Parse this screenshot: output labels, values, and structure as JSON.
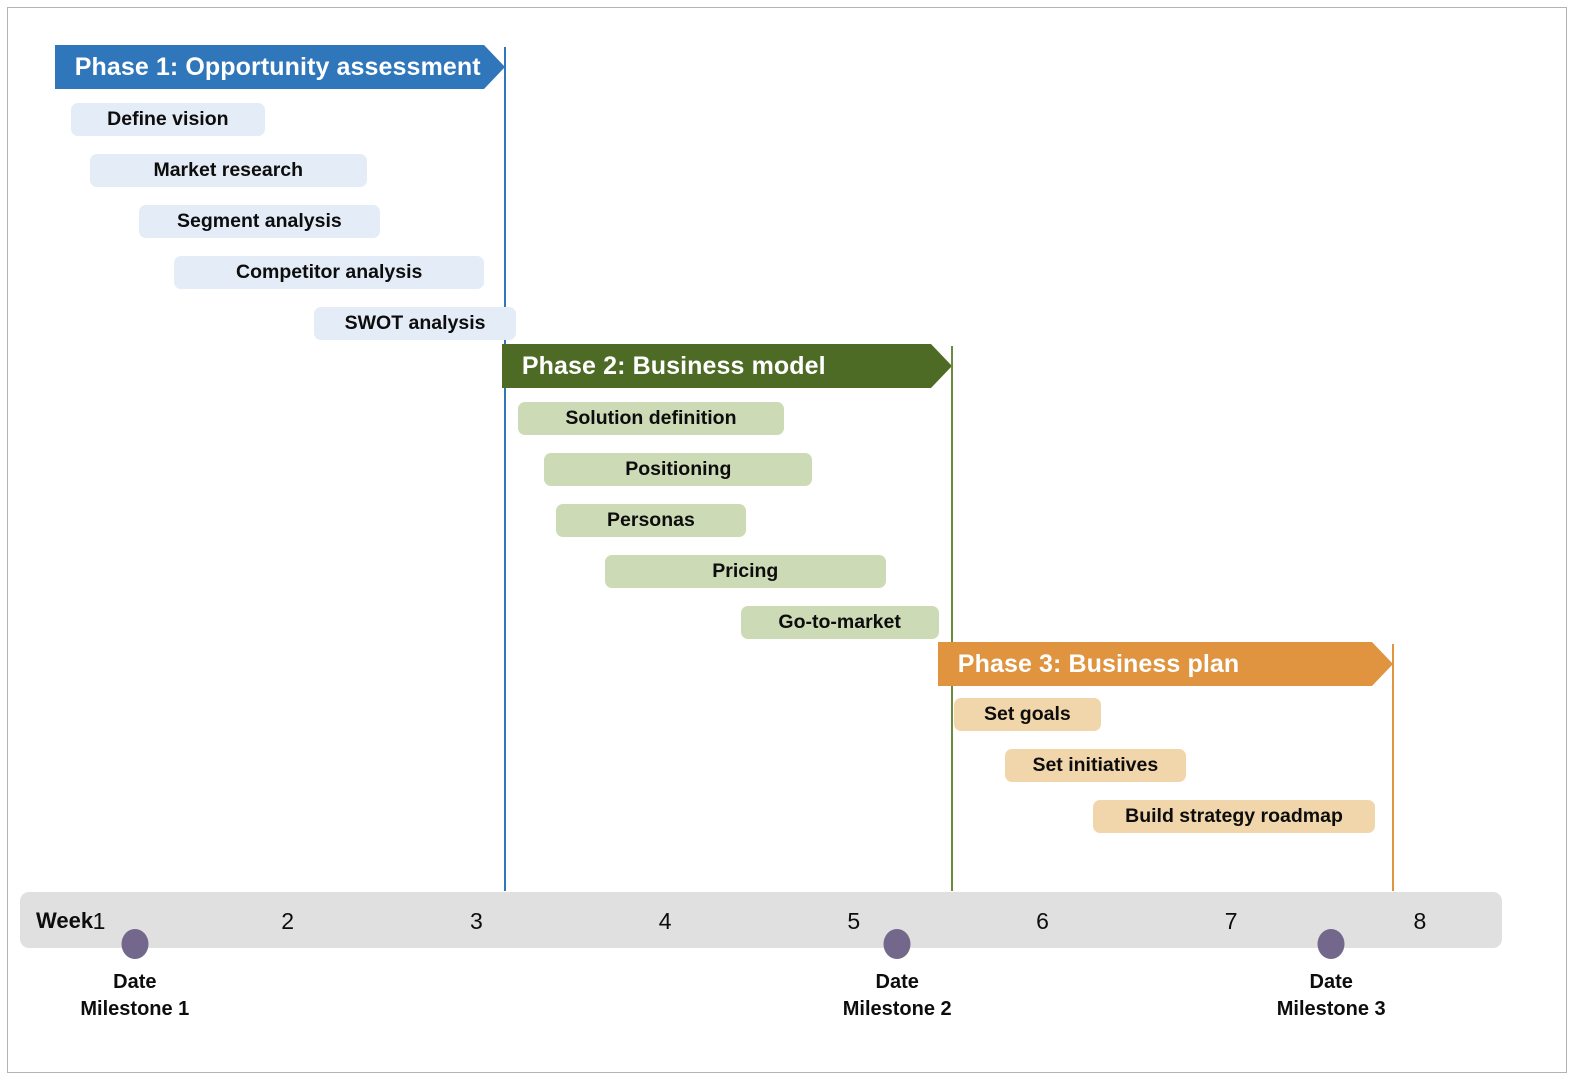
{
  "diagram": {
    "type": "phased-timeline-roadmap",
    "axis": {
      "label": "Week",
      "ticks": [
        "1",
        "2",
        "3",
        "4",
        "5",
        "6",
        "7",
        "8"
      ],
      "bar_color": "#E0E0E0"
    },
    "phases": [
      {
        "id": "phase-1",
        "title": "Phase 1: Opportunity assessment",
        "color": "#2F76BB",
        "task_color": "#E4ECF7",
        "end_week": 3.15,
        "tasks": [
          {
            "label": "Define vision",
            "start_week": 0.85,
            "end_week": 1.88
          },
          {
            "label": "Market research",
            "start_week": 0.95,
            "end_week": 2.42
          },
          {
            "label": "Segment analysis",
            "start_week": 1.21,
            "end_week": 2.49
          },
          {
            "label": "Competitor analysis",
            "start_week": 1.4,
            "end_week": 3.04
          },
          {
            "label": "SWOT analysis",
            "start_week": 2.14,
            "end_week": 3.21
          }
        ]
      },
      {
        "id": "phase-2",
        "title": "Phase 2: Business model",
        "color": "#4D6B25",
        "task_color": "#CCDAB5",
        "end_week": 5.52,
        "tasks": [
          {
            "label": "Solution definition",
            "start_week": 3.22,
            "end_week": 4.63
          },
          {
            "label": "Positioning",
            "start_week": 3.36,
            "end_week": 4.78
          },
          {
            "label": "Personas",
            "start_week": 3.42,
            "end_week": 4.43
          },
          {
            "label": "Pricing",
            "start_week": 3.68,
            "end_week": 5.17
          },
          {
            "label": "Go-to-market",
            "start_week": 4.4,
            "end_week": 5.45
          }
        ]
      },
      {
        "id": "phase-3",
        "title": "Phase 3: Business plan",
        "color": "#E0943F",
        "task_color": "#F2D6AB",
        "end_week": 7.86,
        "tasks": [
          {
            "label": "Set goals",
            "start_week": 5.53,
            "end_week": 6.31
          },
          {
            "label": "Set initiatives",
            "start_week": 5.8,
            "end_week": 6.76
          },
          {
            "label": "Build strategy roadmap",
            "start_week": 6.27,
            "end_week": 7.76
          }
        ]
      }
    ],
    "milestones": [
      {
        "label_line1": "Date",
        "label_line2": "Milestone 1",
        "week": 1.19,
        "color": "#73688C"
      },
      {
        "label_line1": "Date",
        "label_line2": "Milestone 2",
        "week": 5.23,
        "color": "#73688C"
      },
      {
        "label_line1": "Date",
        "label_line2": "Milestone 3",
        "week": 7.53,
        "color": "#73688C"
      }
    ]
  }
}
